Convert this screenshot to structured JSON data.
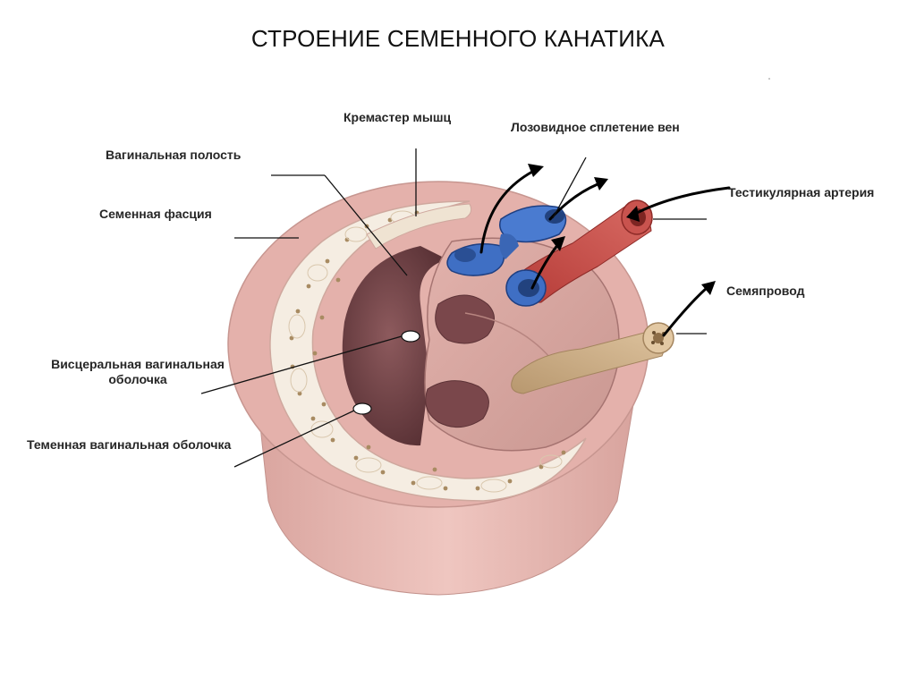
{
  "title": "СТРОЕНИЕ СЕМЕННОГО КАНАТИКА",
  "labels": {
    "cremaster": "Кремастер мышц",
    "pampiniform": "Лозовидное сплетение вен",
    "vaginal_cavity": "Вагинальная полость",
    "spermatic_fascia": "Семенная фасция",
    "testicular_artery": "Тестикулярная артерия",
    "vas_deferens": "Семяпровод",
    "visceral_line1": "Висцеральная вагинальная",
    "visceral_line2": "оболочка",
    "parietal": "Теменная вагинальная оболочка"
  },
  "colors": {
    "outer_tissue": "#e6b3ad",
    "fascia_layer": "#f5ede2",
    "cavity": "#6e4044",
    "vein": "#3f6fc4",
    "artery": "#c4423e",
    "vas_deferens": "#cdb08c"
  }
}
